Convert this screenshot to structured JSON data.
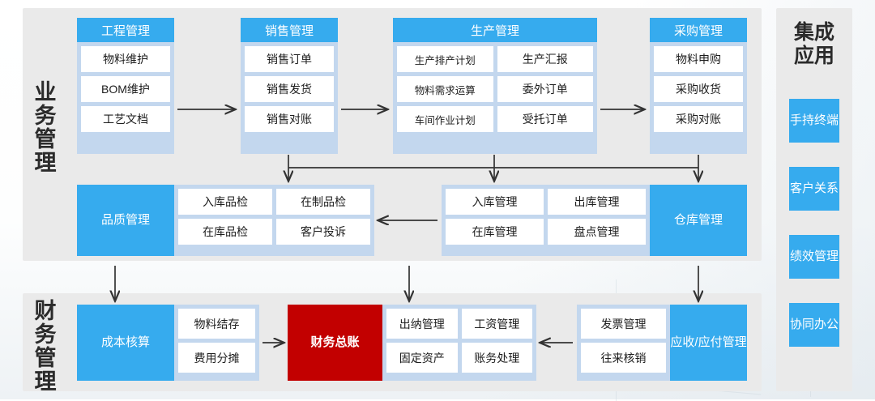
{
  "sections": {
    "business_label": "业务管理",
    "finance_label": "财务管理",
    "apps_label": "集成应用"
  },
  "business_row1": [
    {
      "title": "工程管理",
      "items": [
        "物料维护",
        "BOM维护",
        "工艺文档"
      ]
    },
    {
      "title": "销售管理",
      "items": [
        "销售订单",
        "销售发货",
        "销售对账"
      ]
    },
    {
      "title": "生产管理",
      "col_left": [
        "生产排产计划",
        "物料需求运算",
        "车间作业计划"
      ],
      "col_right": [
        "生产汇报",
        "委外订单",
        "受托订单"
      ]
    },
    {
      "title": "采购管理",
      "items": [
        "物料申购",
        "采购收货",
        "采购对账"
      ]
    }
  ],
  "business_row2": {
    "quality": {
      "label": "品质管理",
      "col_left": [
        "入库品检",
        "在库品检"
      ],
      "col_right": [
        "在制品检",
        "客户投诉"
      ]
    },
    "warehouse": {
      "label": "仓库管理",
      "col_left": [
        "入库管理",
        "在库管理"
      ],
      "col_right": [
        "出库管理",
        "盘点管理"
      ]
    }
  },
  "finance_row": {
    "cost": {
      "label": "成本核算",
      "items": [
        "物料结存",
        "费用分摊"
      ]
    },
    "ledger": {
      "label": "财务总账"
    },
    "ledger_detail": {
      "col_left": [
        "出纳管理",
        "固定资产"
      ],
      "col_right": [
        "工资管理",
        "账务处理"
      ]
    },
    "ar_ap": {
      "label": "应收/应付管理",
      "items": [
        "发票管理",
        "往来核销"
      ]
    }
  },
  "apps": [
    {
      "label": "手持终端"
    },
    {
      "label": "客户关系"
    },
    {
      "label": "绩效管理"
    },
    {
      "label": "协同办公"
    }
  ],
  "colors": {
    "accent_blue": "#36abee",
    "light_blue": "#c3d7ee",
    "panel_gray": "#eaeaea",
    "red": "#c20000",
    "white": "#ffffff"
  }
}
